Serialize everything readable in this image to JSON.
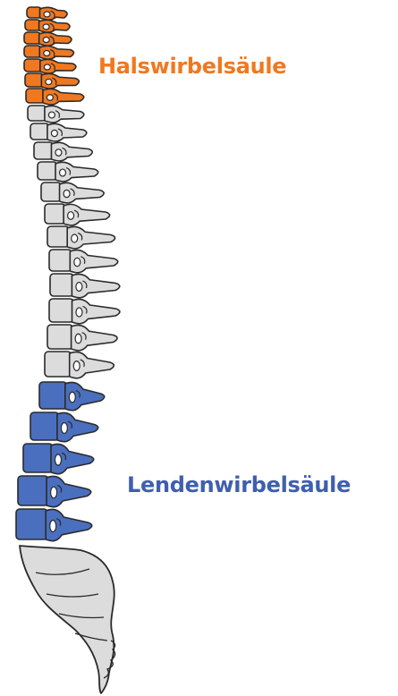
{
  "labels": {
    "cervical": "Halswirbelsäule",
    "lumbar": "Lendenwirbelsäule"
  },
  "colors": {
    "cervical": "#f07820",
    "thoracic": "#dcdcdc",
    "lumbar": "#4a6fbf",
    "sacrum": "#dcdcdc",
    "outline": "#2a2a2a",
    "label_cervical": "#f07820",
    "label_lumbar": "#3f5fae"
  },
  "regions": {
    "cervical": 7,
    "thoracic": 12,
    "lumbar": 5
  }
}
